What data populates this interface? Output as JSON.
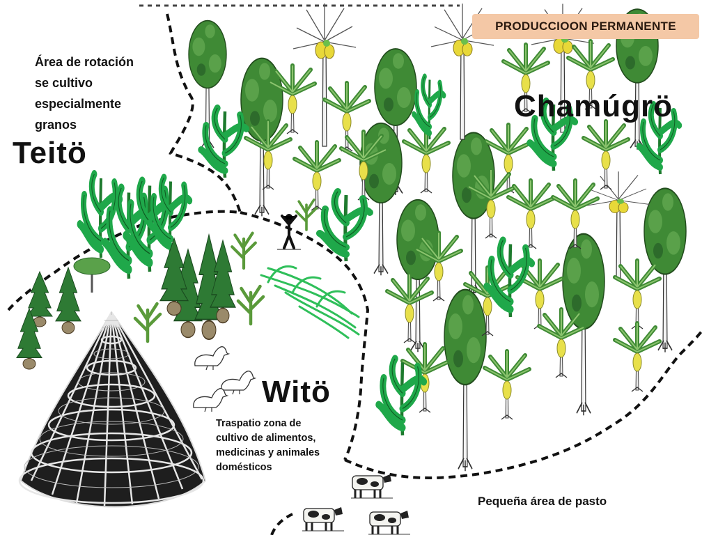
{
  "banner": "PRODUCCIOON  PERMANENTE",
  "zones": {
    "teito": {
      "name": "Teitö",
      "description_lines": [
        "Área de rotación",
        "se cultivo",
        "especialmente",
        "granos"
      ]
    },
    "chamugro": {
      "name": "Chamúgrö"
    },
    "wito": {
      "name": "Witö",
      "description_lines": [
        "Traspatio zona de",
        "cultivo  de alimentos,",
        "medicinas y animales",
        "domésticos"
      ]
    },
    "pasto": {
      "label": "Pequeña  área de pasto"
    }
  },
  "colors": {
    "boundary": "#111111",
    "foliage": "#3f8a35",
    "dark_foliage": "#2d6b2b",
    "bright_green": "#1fa84a",
    "banana": "#e8e04a",
    "trunk": "#f2f2f2",
    "banner_bg": "#f4c8a6"
  },
  "icons": [
    "house-cone-icon",
    "tree-icon",
    "banana-plant-icon",
    "palm-icon",
    "corn-plant-icon",
    "duck-icon",
    "cow-icon",
    "person-icon",
    "grass-icon"
  ]
}
